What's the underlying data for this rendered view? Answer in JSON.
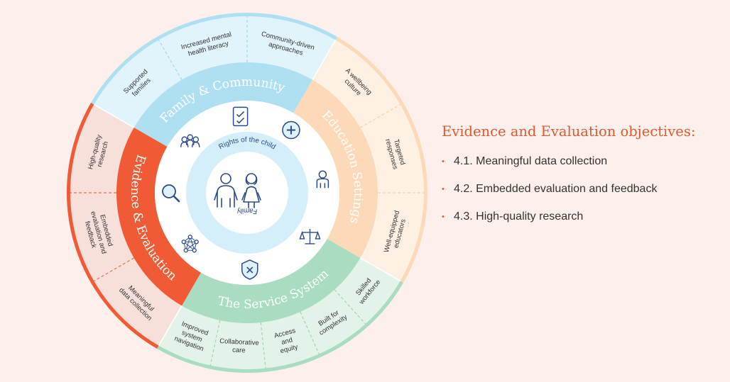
{
  "wheel": {
    "center_top": "Rights of the child",
    "center_bottom": "Family",
    "quadrants": [
      {
        "id": "family",
        "label": "Family & Community",
        "color": "#aee0f2",
        "outer_fill": "#e2f4fb",
        "divider": "#9fd8ee",
        "start": -60,
        "end": 30,
        "segments": [
          [
            "Supported",
            "families"
          ],
          [
            "Increased mental",
            "health literacy"
          ],
          [
            "Community-driven",
            "approaches"
          ]
        ]
      },
      {
        "id": "education",
        "label": "Education Settings",
        "color": "#fcd9b8",
        "outer_fill": "#fef1e3",
        "divider": "#f6cfa6",
        "start": 30,
        "end": 120,
        "segments": [
          [
            "A wellbeing",
            "culture"
          ],
          [
            "Targeted",
            "responses"
          ],
          [
            "Well-equipped",
            "educators"
          ]
        ]
      },
      {
        "id": "service",
        "label": "The Service System",
        "color": "#a9dcc0",
        "outer_fill": "#e3f3ea",
        "divider": "#9fd4b6",
        "start": 120,
        "end": 210,
        "segments": [
          [
            "Skilled",
            "workforce"
          ],
          [
            "Built for",
            "complexity"
          ],
          [
            "Access",
            "and",
            "equity"
          ],
          [
            "Collaborative",
            "care"
          ],
          [
            "Improved",
            "system",
            "navigation"
          ]
        ]
      },
      {
        "id": "evidence",
        "label": "Evidence & Evaluation",
        "color": "#f05a35",
        "outer_fill": "#f8e0da",
        "divider": "#ee6a48",
        "start": 210,
        "end": 300,
        "segments": [
          [
            "Meaningful",
            "data collection"
          ],
          [
            "Embedded",
            "evaluation and",
            "feedback"
          ],
          [
            "High-quality",
            "research"
          ]
        ]
      }
    ],
    "icons": [
      {
        "name": "checklist-icon",
        "angle": -5
      },
      {
        "name": "plus-badge-icon",
        "angle": 35
      },
      {
        "name": "child-icon",
        "angle": 80
      },
      {
        "name": "scales-icon",
        "angle": 125
      },
      {
        "name": "shield-x-icon",
        "angle": 178
      },
      {
        "name": "network-icon",
        "angle": 228
      },
      {
        "name": "magnifier-icon",
        "angle": 270
      },
      {
        "name": "group-icon",
        "angle": 312
      }
    ]
  },
  "panel": {
    "title": "Evidence and Evaluation objectives:",
    "bullet": "•",
    "items": [
      "4.1. Meaningful data collection",
      "4.2. Embedded evaluation and feedback",
      "4.3. High-quality research"
    ]
  }
}
